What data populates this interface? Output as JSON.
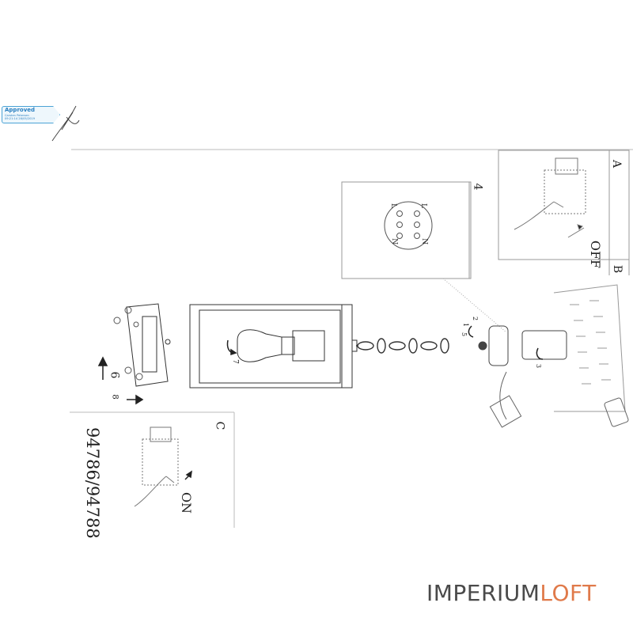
{
  "stamp": {
    "title": "Approved",
    "line1": "Carsten Petersen",
    "line2": "09:21:14 28/05/2019"
  },
  "panels": {
    "A": {
      "letter": "A",
      "switch_label": "OFF"
    },
    "B": {
      "letter": "B"
    },
    "C": {
      "letter": "C",
      "switch_label": "ON"
    },
    "step4": {
      "number": "4"
    }
  },
  "wiring_labels": {
    "top_left": "L",
    "top_right": "L",
    "bottom_left": "N",
    "bottom_right": "N"
  },
  "steps": {
    "s1": "1",
    "s2": "2",
    "s3": "3",
    "s5": "5",
    "s6": "6",
    "s7": "7",
    "s8": "8"
  },
  "model_number": "94786/94788",
  "brand": {
    "part1": "IMPERIUM",
    "part2": "LOFT",
    "part2_color": "#e07a4a"
  },
  "icons": [
    "approved-stamp",
    "signature",
    "hand-switch",
    "light-bulb",
    "chain",
    "brick-wall",
    "screwdriver",
    "arrow"
  ]
}
